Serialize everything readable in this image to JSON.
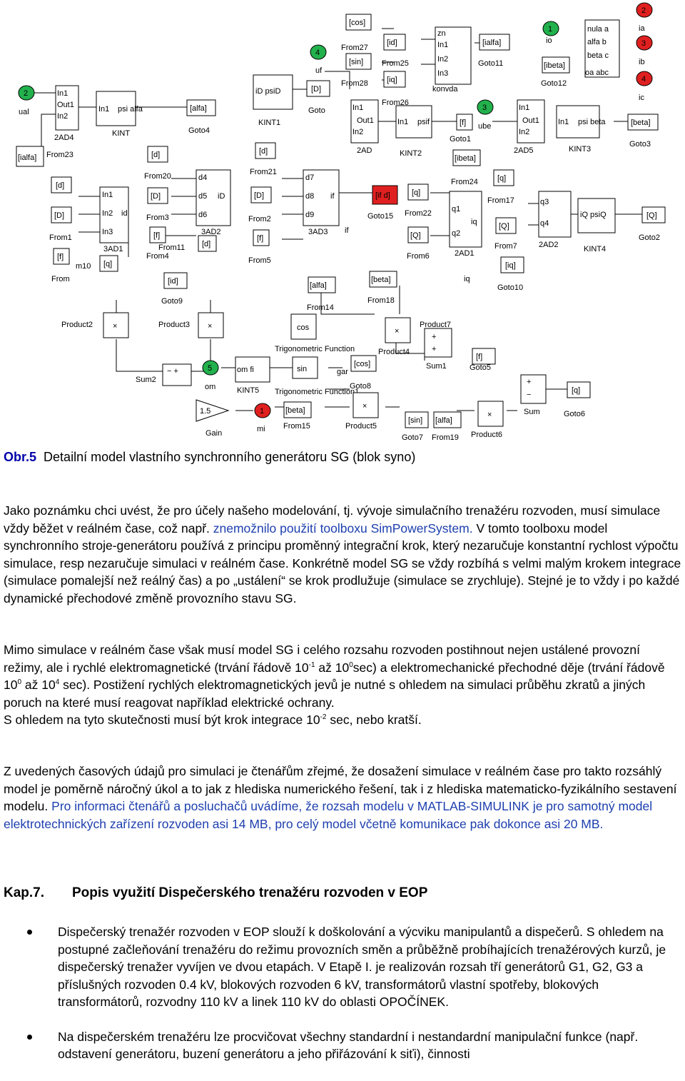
{
  "diagram": {
    "blocks": {
      "cos_from": "[cos]",
      "from27": "From27",
      "sin_from": "[sin]",
      "from25": "From25",
      "from28": "From28",
      "id_from": "[id]",
      "iq_from": "[iq]",
      "zn": "zn",
      "ialfa_goto": "[ialfa]",
      "goto11": "Goto11",
      "nulaa": "nula a",
      "alfab": "alfa b",
      "betac": "beta c",
      "oaabc": "oa abc",
      "ibeta_goto": "[ibeta]",
      "goto12": "Goto12",
      "in1": "In1",
      "in2": "In2",
      "in3": "In3",
      "out1": "Out1",
      "ial": "ual",
      "ad2_4": "2AD4",
      "kint": "KINT",
      "psialfa": "psi alfa",
      "alfa_goto": "[alfa]",
      "goto4": "Goto4",
      "ialfa_from": "[ialfa]",
      "from23": "From23",
      "uf": "uf",
      "kint1": "KINT1",
      "ipsid": "iD psiD",
      "D_goto": "[D]",
      "goto": "Goto",
      "konvda": "konvda",
      "from26": "From26",
      "ad2": "2AD",
      "kint2": "KINT2",
      "psif": "psif",
      "f_goto": "[f]",
      "goto1": "Goto1",
      "ube": "ube",
      "ad2_5": "2AD5",
      "kint3": "KINT3",
      "psibeta": "psi beta",
      "beta_goto": "[beta]",
      "goto3": "Goto3",
      "d": "[d]",
      "D": "[D]",
      "f": "[f]",
      "q": "[q]",
      "Q": "[Q]",
      "from20": "From20",
      "from3": "From3",
      "from11": "From11",
      "from4": "From4",
      "from21": "From21",
      "from2": "From2",
      "from5": "From5",
      "from1": "From1",
      "from": "From",
      "m10": "m10",
      "ad1_3": "3AD1",
      "ad2_3": "3AD2",
      "ad3_3": "3AD3",
      "d4": "d4",
      "d5": "d5",
      "d6": "d6",
      "d7": "d7",
      "d8": "d8",
      "d9": "d9",
      "id_port": "id",
      "iD": "iD",
      "if": "if",
      "ifd_goto": "[if d]",
      "goto15": "Goto15",
      "q_from22": "[q]",
      "from22": "From22",
      "Q_from6": "[Q]",
      "from6": "From6",
      "q1": "q1",
      "q2": "q2",
      "q3": "q3",
      "q4": "q4",
      "ad1_2": "2AD1",
      "ad2_2": "2AD2",
      "ibeta_from": "[ibeta]",
      "from24": "From24",
      "from17": "From17",
      "from7": "From7",
      "iq_goto": "[iq]",
      "goto10": "Goto10",
      "iq_lbl": "iq",
      "kint4": "KINT4",
      "psiq": "iQ psiQ",
      "Q_goto": "[Q]",
      "goto2": "Goto2",
      "id_goto": "[id]",
      "goto9": "Goto9",
      "product2": "Product2",
      "product3": "Product3",
      "product4": "Product4",
      "product5": "Product5",
      "product6": "Product6",
      "product7": "Product7",
      "alfa_from": "[alfa]",
      "from14": "From14",
      "beta_from": "[beta]",
      "from18": "From18",
      "cos": "cos",
      "trig1": "Trigonometric Function",
      "sin": "sin",
      "trig2": "Trigonometric Function1",
      "gar": "gar",
      "cos_goto": "[cos]",
      "goto8": "Goto8",
      "sum1": "Sum1",
      "goto5": "Goto5",
      "sum2": "Sum2",
      "om": "om",
      "omfi": "om fi",
      "kint5": "KINT5",
      "gain_val": "1.5",
      "gain": "Gain",
      "mi": "mi",
      "beta_from15": "[beta]",
      "from15": "From15",
      "sin_goto": "[sin]",
      "goto7": "Goto7",
      "alfa_from19": "[alfa]",
      "from19": "From19",
      "sum": "Sum",
      "q_goto6": "[q]",
      "goto6": "Goto6",
      "ia": "ia",
      "ib": "ib",
      "ic": "ic",
      "io": "io"
    },
    "ports": {
      "p1": "1",
      "p2": "2",
      "p3": "3",
      "p4": "4",
      "p5": "5"
    }
  },
  "caption": {
    "label": "Obr.5",
    "text": "Detailní model vlastního synchronního generátoru SG (blok syno)"
  },
  "para1": {
    "black1": "Jako poznámku chci uvést, že pro účely našeho modelování, tj. vývoje simulačního trenažéru",
    "black2": "rozvoden, musí simulace vždy běžet v reálném čase, což např.",
    "blue1": "znemožnilo použití toolboxu",
    "blue2": "SimPowerSystem.",
    "rest": "V tomto toolboxu model synchronního stroje-generátoru používá z principu proměnný integrační krok, který nezaručuje konstantní rychlost výpočtu simulace, resp nezaručuje simulaci v reálném čase.",
    "rest2": "Konkrétně model SG se vždy rozbíhá s velmi malým krokem integrace (simulace pomalejší než reálný čas) a po „ustálení“ se krok prodlužuje (simulace se zrychluje). Stejné je to vždy i po každé dynamické přechodové změně provozního stavu SG."
  },
  "para2": {
    "t1": "Mimo simulace v reálném čase však musí model SG i celého rozsahu rozvoden postihnout nejen ustálené provozní režimy, ale i rychlé elektromagnetické (trvání řádově 10",
    "e1": "-1",
    "t2": " až 10",
    "e2": "0",
    "t3": "sec) a elektromechanické přechodné děje (trvání řádově 10",
    "e3": "0",
    "t4": " až 10",
    "e4": "4",
    "t5": " sec). Postižení rychlých elektromagnetických jevů je nutné s ohledem na simulaci průběhu zkratů a jiných poruch na které musí reagovat například elektrické ochrany.",
    "t6": "S ohledem na tyto skutečnosti musí být krok integrace 10",
    "e6": "-2",
    "t7": " sec, nebo kratší."
  },
  "para3": {
    "t1": "Z uvedených časových údajů pro simulaci je čtenářům zřejmé, že dosažení simulace v reálném čase pro takto rozsáhlý model je poměrně náročný úkol a to jak z hlediska numerického řešení, tak i z hlediska matematicko-fyzikálního sestavení modelu.",
    "t2": "Pro informaci čtenářů a posluchačů uvádíme, že rozsah modelu v MATLAB-SIMULINK je pro samotný model elektrotechnických zařízení rozvoden asi 14 MB, pro celý model včetně komunikace pak dokonce asi 20 MB."
  },
  "chapter": {
    "num": "Kap.7.",
    "title": "Popis využití Dispečerského trenažéru rozvoden v EOP"
  },
  "bullets": [
    "Dispečerský trenažér rozvoden v EOP slouží k doškolování a výcviku manipulantů a dispečerů. S ohledem na postupné začleňování trenažéru do režimu provozních směn a průběžně probíhajících trenažérových kurzů, je dispečerský trenažer vyvíjen ve dvou etapách. V Etapě I. je realizován rozsah tří generátorů G1, G2, G3 a příslušných rozvoden 0.4 kV, blokových rozvoden 6 kV, transformátorů vlastní spotřeby, blokových transformátorů, rozvodny 110 kV a linek 110 kV do oblasti OPOČÍNEK.",
    "Na dispečerském trenažéru lze procvičovat všechny standardní i nestandardní manipulační funkce (např. odstavení generátoru, buzení generátoru a jeho přiřázování k siťi), činnosti"
  ]
}
